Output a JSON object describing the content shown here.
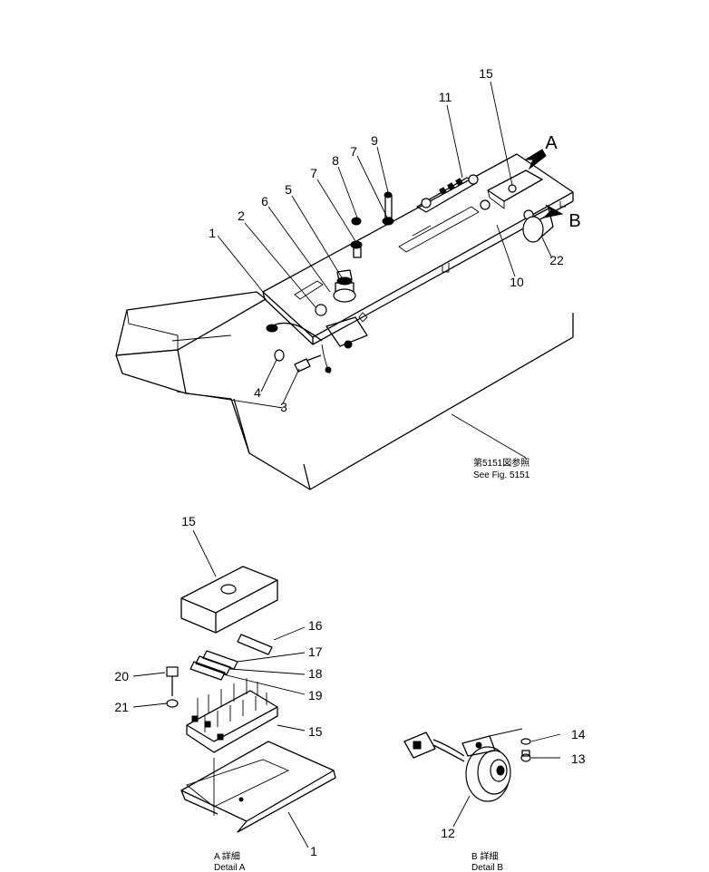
{
  "callouts": [
    {
      "id": "c1a",
      "text": "1"
    },
    {
      "id": "c2",
      "text": "2"
    },
    {
      "id": "c3",
      "text": "3"
    },
    {
      "id": "c4",
      "text": "4"
    },
    {
      "id": "c5",
      "text": "5"
    },
    {
      "id": "c6",
      "text": "6"
    },
    {
      "id": "c7a",
      "text": "7"
    },
    {
      "id": "c7b",
      "text": "7"
    },
    {
      "id": "c8",
      "text": "8"
    },
    {
      "id": "c9",
      "text": "9"
    },
    {
      "id": "c10",
      "text": "10"
    },
    {
      "id": "c11",
      "text": "11"
    },
    {
      "id": "c15a",
      "text": "15"
    },
    {
      "id": "c22",
      "text": "22"
    },
    {
      "id": "c15b",
      "text": "15"
    },
    {
      "id": "c16",
      "text": "16"
    },
    {
      "id": "c17",
      "text": "17"
    },
    {
      "id": "c18",
      "text": "18"
    },
    {
      "id": "c19",
      "text": "19"
    },
    {
      "id": "c20",
      "text": "20"
    },
    {
      "id": "c21",
      "text": "21"
    },
    {
      "id": "c15c",
      "text": "15"
    },
    {
      "id": "c1b",
      "text": "1"
    },
    {
      "id": "c14",
      "text": "14"
    },
    {
      "id": "c13",
      "text": "13"
    },
    {
      "id": "c12",
      "text": "12"
    }
  ],
  "markers": {
    "a": "A",
    "b": "B"
  },
  "reference": {
    "jp": "第5151図参照",
    "en": "See Fig. 5151"
  },
  "detail_a": {
    "jp": "A 詳細",
    "en": "Detail A"
  },
  "detail_b": {
    "jp": "B 詳細",
    "en": "Detail B"
  }
}
